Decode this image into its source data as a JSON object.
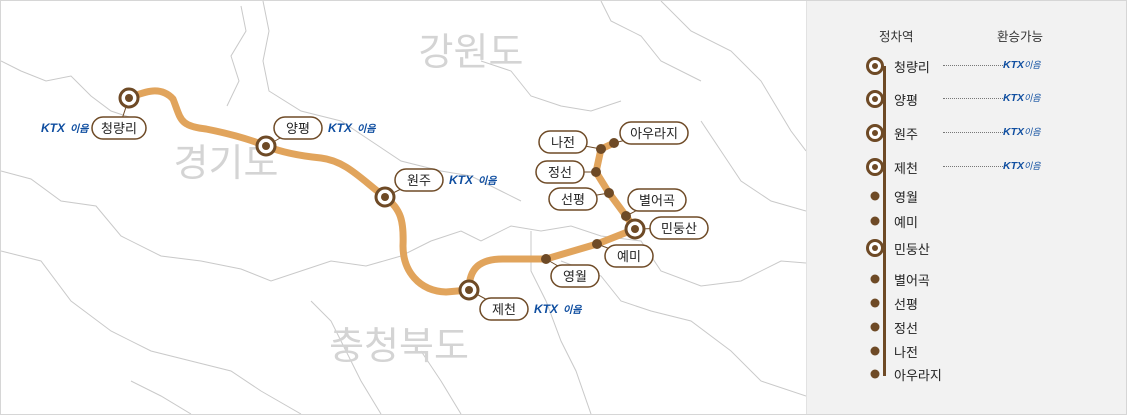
{
  "map": {
    "regions": [
      {
        "id": "gangwon",
        "name": "강원도"
      },
      {
        "id": "gyeonggi",
        "name": "경기도"
      },
      {
        "id": "chungbuk",
        "name": "충청북도"
      }
    ],
    "stations": [
      {
        "id": "cheongnyangni",
        "name": "청량리",
        "major": true,
        "ktx": true
      },
      {
        "id": "yangpyeong",
        "name": "양평",
        "major": true,
        "ktx": true
      },
      {
        "id": "wonju",
        "name": "원주",
        "major": true,
        "ktx": true
      },
      {
        "id": "jecheon",
        "name": "제천",
        "major": true,
        "ktx": true
      },
      {
        "id": "yeongwol",
        "name": "영월",
        "major": false,
        "ktx": false
      },
      {
        "id": "yemi",
        "name": "예미",
        "major": false,
        "ktx": false
      },
      {
        "id": "mindungsan",
        "name": "민둥산",
        "major": true,
        "ktx": false
      },
      {
        "id": "byeoreogok",
        "name": "별어곡",
        "major": false,
        "ktx": false
      },
      {
        "id": "seonpyeong",
        "name": "선평",
        "major": false,
        "ktx": false
      },
      {
        "id": "jeongseon",
        "name": "정선",
        "major": false,
        "ktx": false
      },
      {
        "id": "najeon",
        "name": "나전",
        "major": false,
        "ktx": false
      },
      {
        "id": "auraji",
        "name": "아우라지",
        "major": false,
        "ktx": false
      }
    ],
    "ktx_brand": {
      "main": "KTX",
      "sub": "이음"
    },
    "colors": {
      "route": "#e1a45c",
      "station": "#6e4a26",
      "region_text": "#d4d4d4",
      "border": "#c8c8c8"
    }
  },
  "legend": {
    "header_stop": "정차역",
    "header_transfer": "환승가능",
    "rows": [
      {
        "name": "청량리",
        "major": true,
        "transfer": true
      },
      {
        "name": "양평",
        "major": true,
        "transfer": true
      },
      {
        "name": "원주",
        "major": true,
        "transfer": true
      },
      {
        "name": "제천",
        "major": true,
        "transfer": true
      },
      {
        "name": "영월",
        "major": false,
        "transfer": false
      },
      {
        "name": "예미",
        "major": false,
        "transfer": false
      },
      {
        "name": "민둥산",
        "major": true,
        "transfer": false
      },
      {
        "name": "별어곡",
        "major": false,
        "transfer": false
      },
      {
        "name": "선평",
        "major": false,
        "transfer": false
      },
      {
        "name": "정선",
        "major": false,
        "transfer": false
      },
      {
        "name": "나전",
        "major": false,
        "transfer": false
      },
      {
        "name": "아우라지",
        "major": false,
        "transfer": false
      }
    ]
  }
}
